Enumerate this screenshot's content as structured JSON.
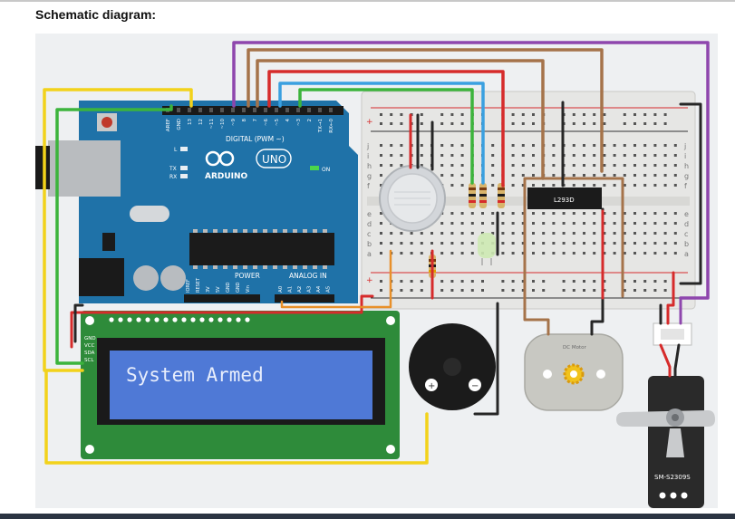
{
  "page": {
    "heading": "Schematic diagram:"
  },
  "arduino": {
    "brand": "ARDUINO",
    "model": "UNO",
    "digital_label": "DIGITAL (PWM ~)",
    "power_label": "POWER",
    "analog_label": "ANALOG IN",
    "tx": "TX",
    "rx": "RX",
    "l": "L",
    "on": "ON",
    "top_pins": [
      "AREF",
      "GND",
      "13",
      "12",
      "~11",
      "~10",
      "~9",
      "8",
      "7",
      "~6",
      "~5",
      "4",
      "~3",
      "2",
      "TX→1",
      "RX←0"
    ],
    "power_pins": [
      "IOREF",
      "RESET",
      "3V",
      "5V",
      "GND",
      "GND",
      "Vin"
    ],
    "analog_pins": [
      "A0",
      "A1",
      "A2",
      "A3",
      "A4",
      "A5"
    ]
  },
  "lcd": {
    "text": "System Armed",
    "pins": [
      "GND",
      "VCC",
      "SDA",
      "SCL"
    ]
  },
  "chip": {
    "label": "L293D"
  },
  "motor": {
    "label": "DC Motor"
  },
  "servo": {
    "label": "SM-S2309S"
  },
  "buzzer": {
    "plus": "+",
    "minus": "−"
  },
  "breadboard": {
    "row_letters": [
      "j",
      "i",
      "h",
      "g",
      "f",
      "e",
      "d",
      "c",
      "b",
      "a"
    ],
    "rail_plus": "+",
    "rail_minus": "−"
  },
  "colors": {
    "board": "#1f72a8",
    "breadboard": "#e6e6e4",
    "lcd_pcb": "#2e8b3a",
    "lcd_screen": "#4f79d6",
    "wire_red": "#d62b2b",
    "wire_black": "#262626",
    "wire_yellow": "#f2d21b",
    "wire_green": "#3cb43c",
    "wire_purple": "#8e46ad",
    "wire_brown": "#a5734a",
    "wire_blue": "#3aa0e0",
    "wire_orange": "#e8902a"
  }
}
